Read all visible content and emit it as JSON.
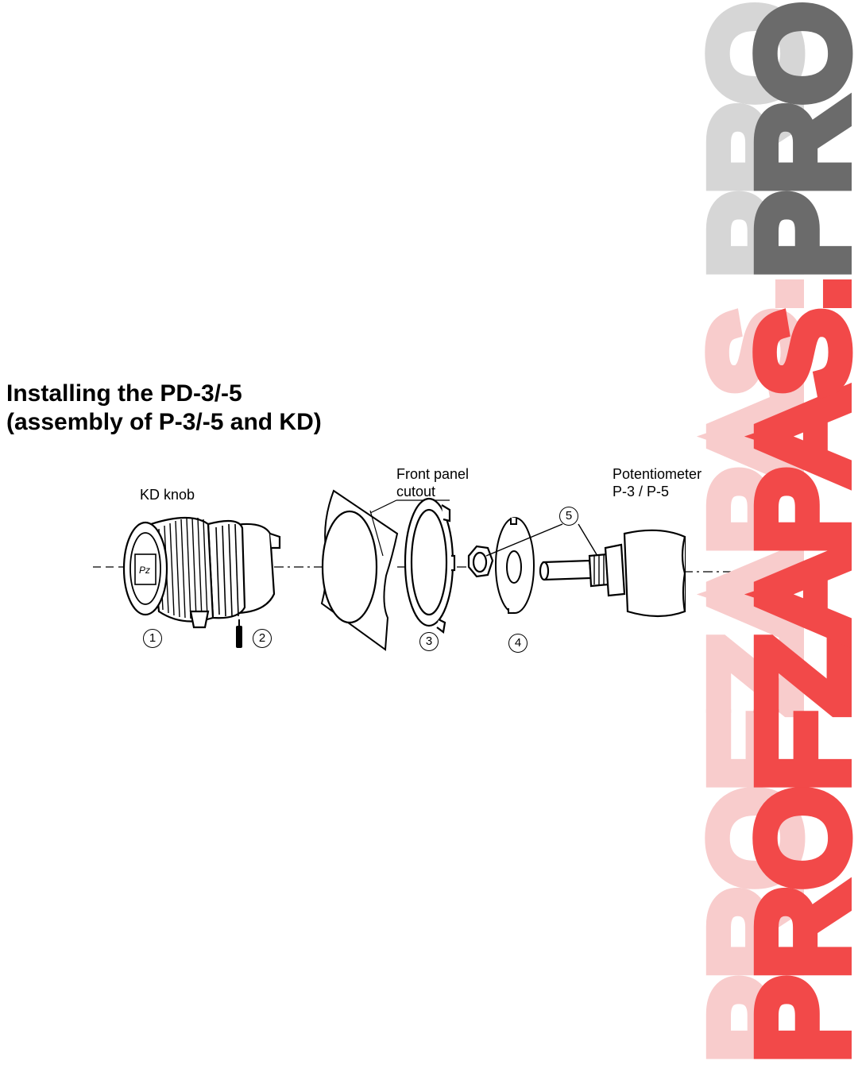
{
  "title": {
    "line1": "Installing the PD-3/-5",
    "line2": "(assembly of P-3/-5 and KD)"
  },
  "labels": {
    "kd_knob": "KD knob",
    "front_panel_line1": "Front panel",
    "front_panel_line2": "cutout",
    "potentiometer_line1": "Potentiometer",
    "potentiometer_line2": "P-3 / P-5"
  },
  "callouts": [
    "1",
    "2",
    "3",
    "4",
    "5"
  ],
  "knob_face_text": "Pz",
  "watermark": {
    "text_dark": "PROFZAPAS.PRO",
    "text_light": "PROFZAPAS.PRO",
    "colors": {
      "red": "#f24949",
      "gray": "#6b6b6b",
      "light_red": "#f8cccc",
      "light_gray": "#d6d6d6"
    }
  }
}
